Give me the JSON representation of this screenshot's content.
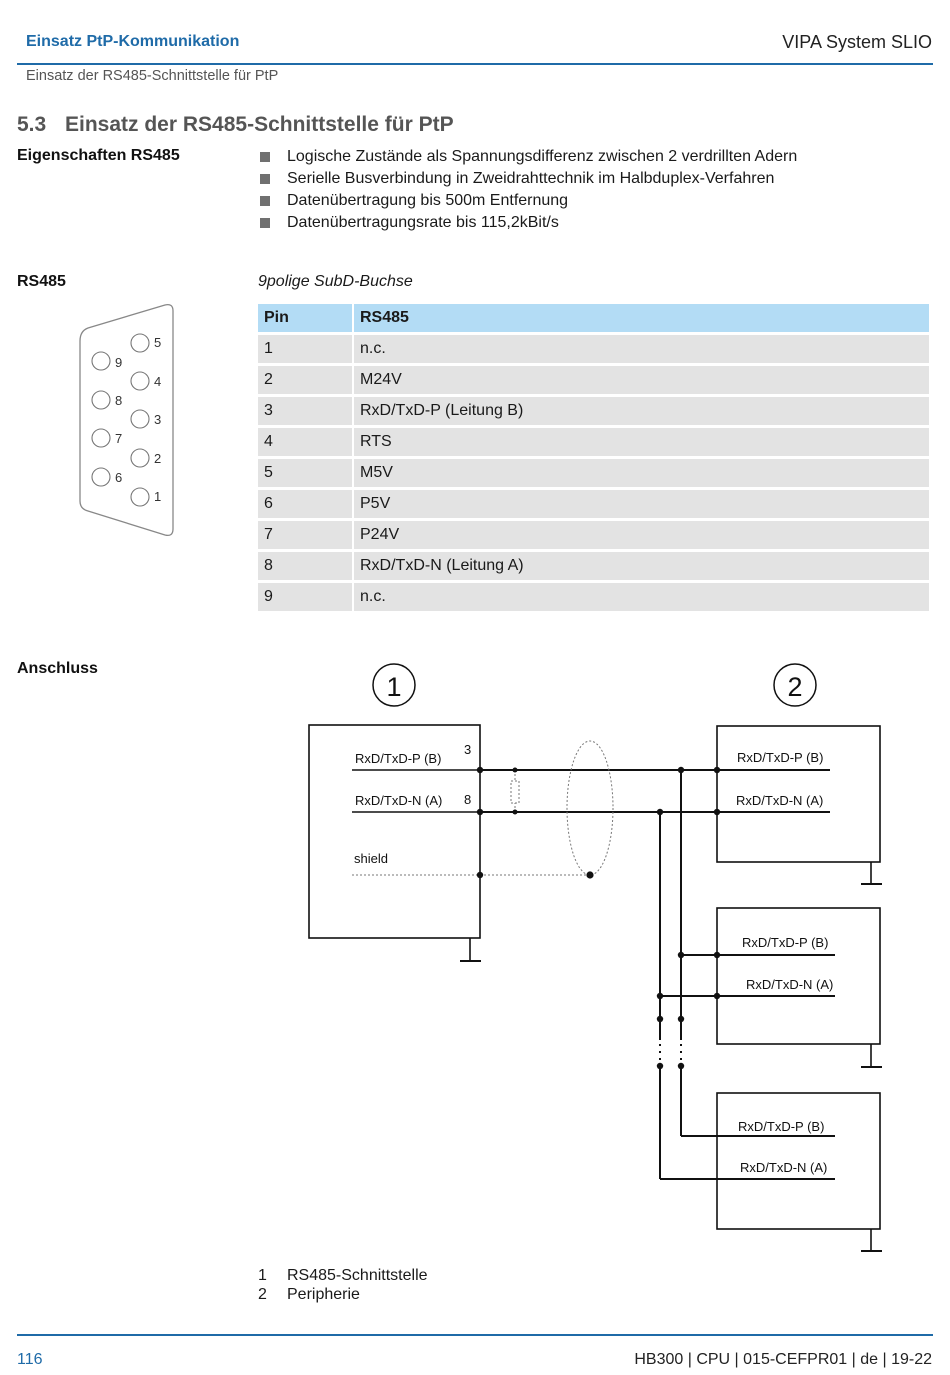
{
  "header": {
    "chapter": "Einsatz PtP-Kommunikation",
    "product": "VIPA System SLIO",
    "subsection": "Einsatz der RS485-Schnittstelle für PtP"
  },
  "section": {
    "number": "5.3",
    "title": "Einsatz der RS485-Schnittstelle für PtP"
  },
  "properties": {
    "label": "Eigenschaften RS485",
    "items": [
      "Logische Zustände als Spannungsdifferenz zwischen 2 verdrillten Adern",
      "Serielle Busverbindung in Zweidrahttechnik im Halbduplex-Verfahren",
      "Datenübertragung bis 500m Entfernung",
      "Datenübertragungsrate bis 115,2kBit/s"
    ]
  },
  "connector": {
    "label": "RS485",
    "caption": "9polige SubD-Buchse",
    "pin_labels": [
      "1",
      "2",
      "3",
      "4",
      "5",
      "6",
      "7",
      "8",
      "9"
    ]
  },
  "pin_table": {
    "headers": [
      "Pin",
      "RS485"
    ],
    "rows": [
      [
        "1",
        "n.c."
      ],
      [
        "2",
        "M24V"
      ],
      [
        "3",
        "RxD/TxD-P (Leitung B)"
      ],
      [
        "4",
        "RTS"
      ],
      [
        "5",
        "M5V"
      ],
      [
        "6",
        "P5V"
      ],
      [
        "7",
        "P24V"
      ],
      [
        "8",
        "RxD/TxD-N (Leitung A)"
      ],
      [
        "9",
        "n.c."
      ]
    ]
  },
  "wiring": {
    "label": "Anschluss",
    "callouts": [
      "1",
      "2"
    ],
    "iface_p": "RxD/TxD-P (B)",
    "iface_n": "RxD/TxD-N (A)",
    "pin_p": "3",
    "pin_n": "8",
    "shield": "shield",
    "device_p": "RxD/TxD-P (B)",
    "device_n": "RxD/TxD-N (A)"
  },
  "legend": [
    {
      "num": "1",
      "text": "RS485-Schnittstelle"
    },
    {
      "num": "2",
      "text": "Peripherie"
    }
  ],
  "footer": {
    "page": "116",
    "doc": "HB300 | CPU | 015-CEFPR01 | de | 19-22"
  }
}
